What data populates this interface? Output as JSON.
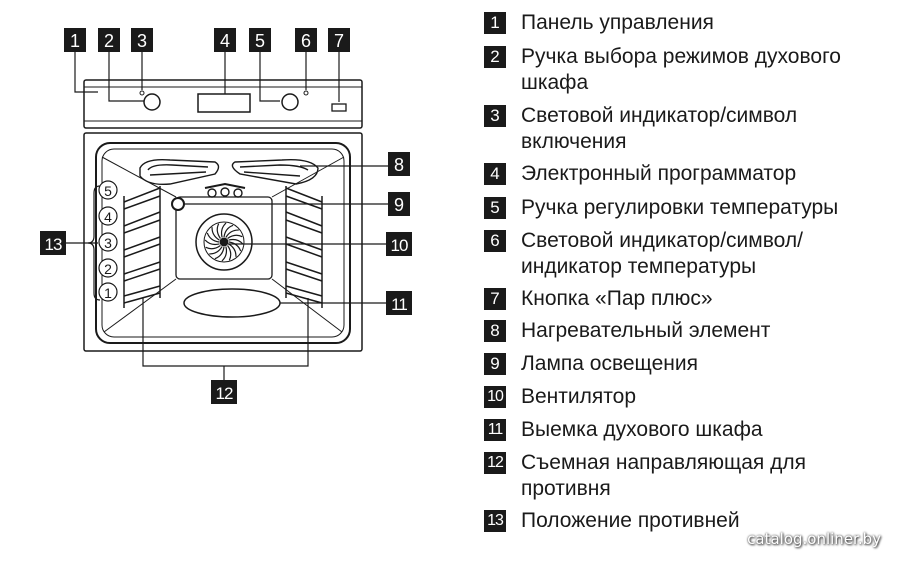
{
  "callouts": [
    "1",
    "2",
    "3",
    "4",
    "5",
    "6",
    "7",
    "8",
    "9",
    "10",
    "11",
    "12",
    "13"
  ],
  "shelf_positions": [
    "5",
    "4",
    "3",
    "2",
    "1"
  ],
  "legend": [
    {
      "num": "1",
      "text": "Панель управления"
    },
    {
      "num": "2",
      "text": "Ручка выбора режимов духового шкафа"
    },
    {
      "num": "3",
      "text": "Световой индикатор/символ включения"
    },
    {
      "num": "4",
      "text": "Электронный программатор"
    },
    {
      "num": "5",
      "text": "Ручка регулировки температуры"
    },
    {
      "num": "6",
      "text": "Световой индикатор/символ/ индикатор температуры"
    },
    {
      "num": "7",
      "text": "Кнопка «Пар плюс»"
    },
    {
      "num": "8",
      "text": "Нагревательный элемент"
    },
    {
      "num": "9",
      "text": "Лампа освещения"
    },
    {
      "num": "10",
      "text": "Вентилятор"
    },
    {
      "num": "11",
      "text": "Выемка духового шкафа"
    },
    {
      "num": "12",
      "text": "Съемная направляющая для противня"
    },
    {
      "num": "13",
      "text": "Положение противней"
    }
  ],
  "watermark": "catalog.onliner.by",
  "colors": {
    "ink": "#1a1a1a",
    "background": "#ffffff"
  }
}
